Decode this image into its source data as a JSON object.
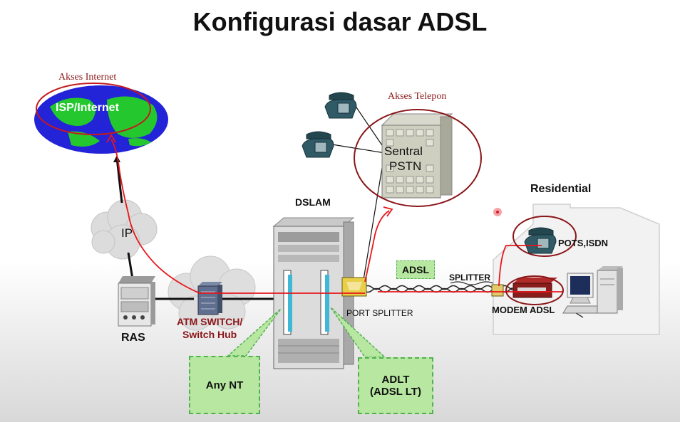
{
  "title": "Konfigurasi dasar ADSL",
  "labels": {
    "akses_internet": "Akses Internet",
    "isp_internet": "ISP/Internet",
    "akses_telepon": "Akses Telepon",
    "sentral_pstn_1": "Sentral",
    "sentral_pstn_2": "PSTN",
    "dslam": "DSLAM",
    "residential": "Residential",
    "ip": "IP",
    "ras": "RAS",
    "atm_switch_1": "ATM SWITCH/",
    "atm_switch_2": "Switch Hub",
    "adsl": "ADSL",
    "splitter": "SPLITTER",
    "port_splitter": "PORT SPLITTER",
    "pots_isdn": "POTS,ISDN",
    "modem_adsl": "MODEM ADSL",
    "any_nt": "Any NT",
    "adlt_1": "ADLT",
    "adlt_2": "(ADSL LT)"
  },
  "colors": {
    "red_path": "#e8161b",
    "callout_green": "#b7e7a0",
    "ellipse": "#a0181c"
  }
}
